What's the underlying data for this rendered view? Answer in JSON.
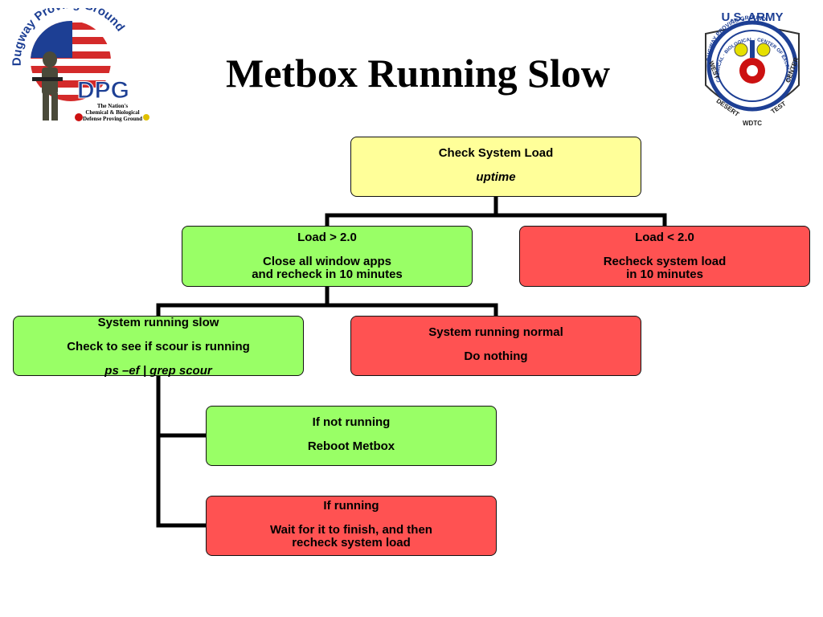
{
  "slide": {
    "title": "Metbox Running Slow"
  },
  "logos": {
    "left": {
      "arc_text": "Dugway Proving Ground",
      "abbr": "DPG",
      "tagline_1": "The Nation's",
      "tagline_2": "Chemical & Biological",
      "tagline_3": "Defense Proving Ground"
    },
    "right": {
      "top_text": "U.S. ARMY",
      "ring_text": "DUGWAY PROVING GROUND",
      "inner_text": "CHEMICAL · BIOLOGICAL · CENTER OF EXCELLENCE",
      "left_word": "WEST",
      "right_word": "CENTER",
      "bottom_left": "DESERT",
      "bottom_right": "TEST",
      "bottom": "WDTC"
    }
  },
  "flowchart": {
    "check_load": {
      "line1": "Check System Load",
      "line2": "uptime"
    },
    "load_high": {
      "line1": "Load > 2.0",
      "line2": "Close all window apps",
      "line3": "and recheck in 10 minutes"
    },
    "load_low": {
      "line1": "Load < 2.0",
      "line2": "Recheck system load",
      "line3": "in 10 minutes"
    },
    "running_slow": {
      "line1": "System running slow",
      "line2": "Check to see if scour is running",
      "line3": "ps –ef | grep scour"
    },
    "running_normal": {
      "line1": "System running normal",
      "line2": "Do nothing"
    },
    "not_running": {
      "line1": "If not running",
      "line2": "Reboot Metbox"
    },
    "is_running": {
      "line1": "If running",
      "line2": "Wait for it to finish, and then",
      "line3": "recheck system load"
    }
  },
  "colors": {
    "yellow": "#ffff99",
    "green": "#99ff66",
    "red": "#ff5252",
    "connector": "#000000"
  }
}
